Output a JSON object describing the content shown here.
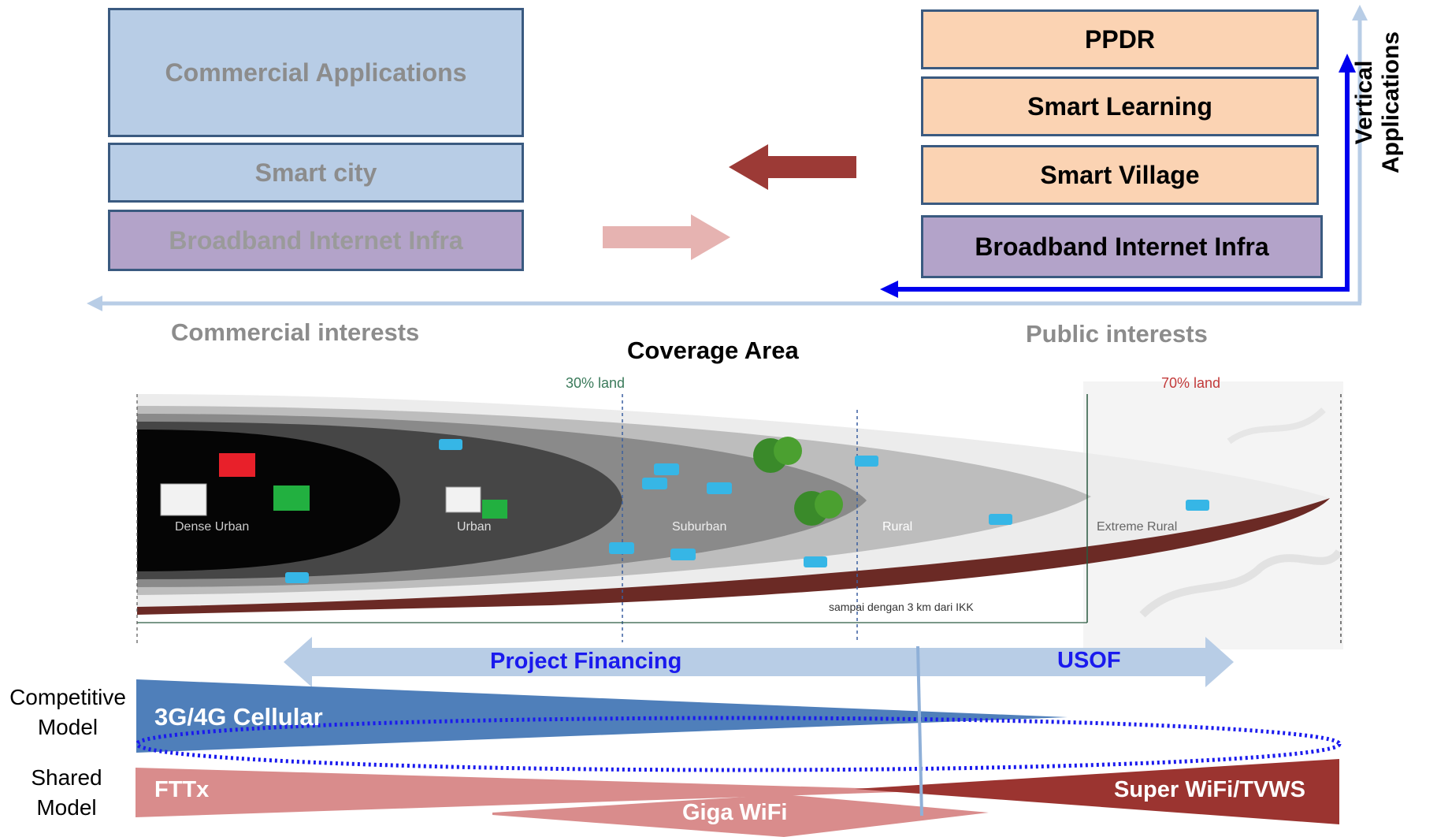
{
  "left_stack": {
    "commercial_applications": "Commercial Applications",
    "smart_city": "Smart city",
    "broadband_infra": "Broadband Internet Infra"
  },
  "right_stack": {
    "ppdr": "PPDR",
    "smart_learning": "Smart Learning",
    "smart_village": "Smart Village",
    "broadband_infra": "Broadband Internet Infra"
  },
  "vertical_axis_label": "Vertical Applications",
  "commercial_interests": "Commercial interests",
  "public_interests": "Public interests",
  "coverage_area": "Coverage Area",
  "coverage_map": {
    "land_30": "30% land",
    "land_70": "70% land",
    "zones": [
      "Dense Urban",
      "Urban",
      "Suburban",
      "Rural",
      "Extreme Rural"
    ],
    "note": "sampai dengan 3 km dari IKK"
  },
  "financing": {
    "project_financing": "Project Financing",
    "usof": "USOF"
  },
  "models": {
    "competitive": "Competitive Model",
    "shared": "Shared Model"
  },
  "technologies": {
    "cellular": "3G/4G Cellular",
    "fttx": "FTTx",
    "giga_wifi": "Giga WiFi",
    "super_wifi": "Super WiFi/TVWS"
  },
  "colors": {
    "light_blue": "#b8cde6",
    "purple": "#b3a3c9",
    "orange": "#fbd3b3",
    "dark_red_arrow": "#9c3a36",
    "pink_arrow": "#e6b3b1",
    "cellular_blue": "#4f7fba",
    "fttx_pink": "#d98c8c",
    "super_wifi_red": "#9b3430",
    "axis_blue": "#0000ee"
  }
}
